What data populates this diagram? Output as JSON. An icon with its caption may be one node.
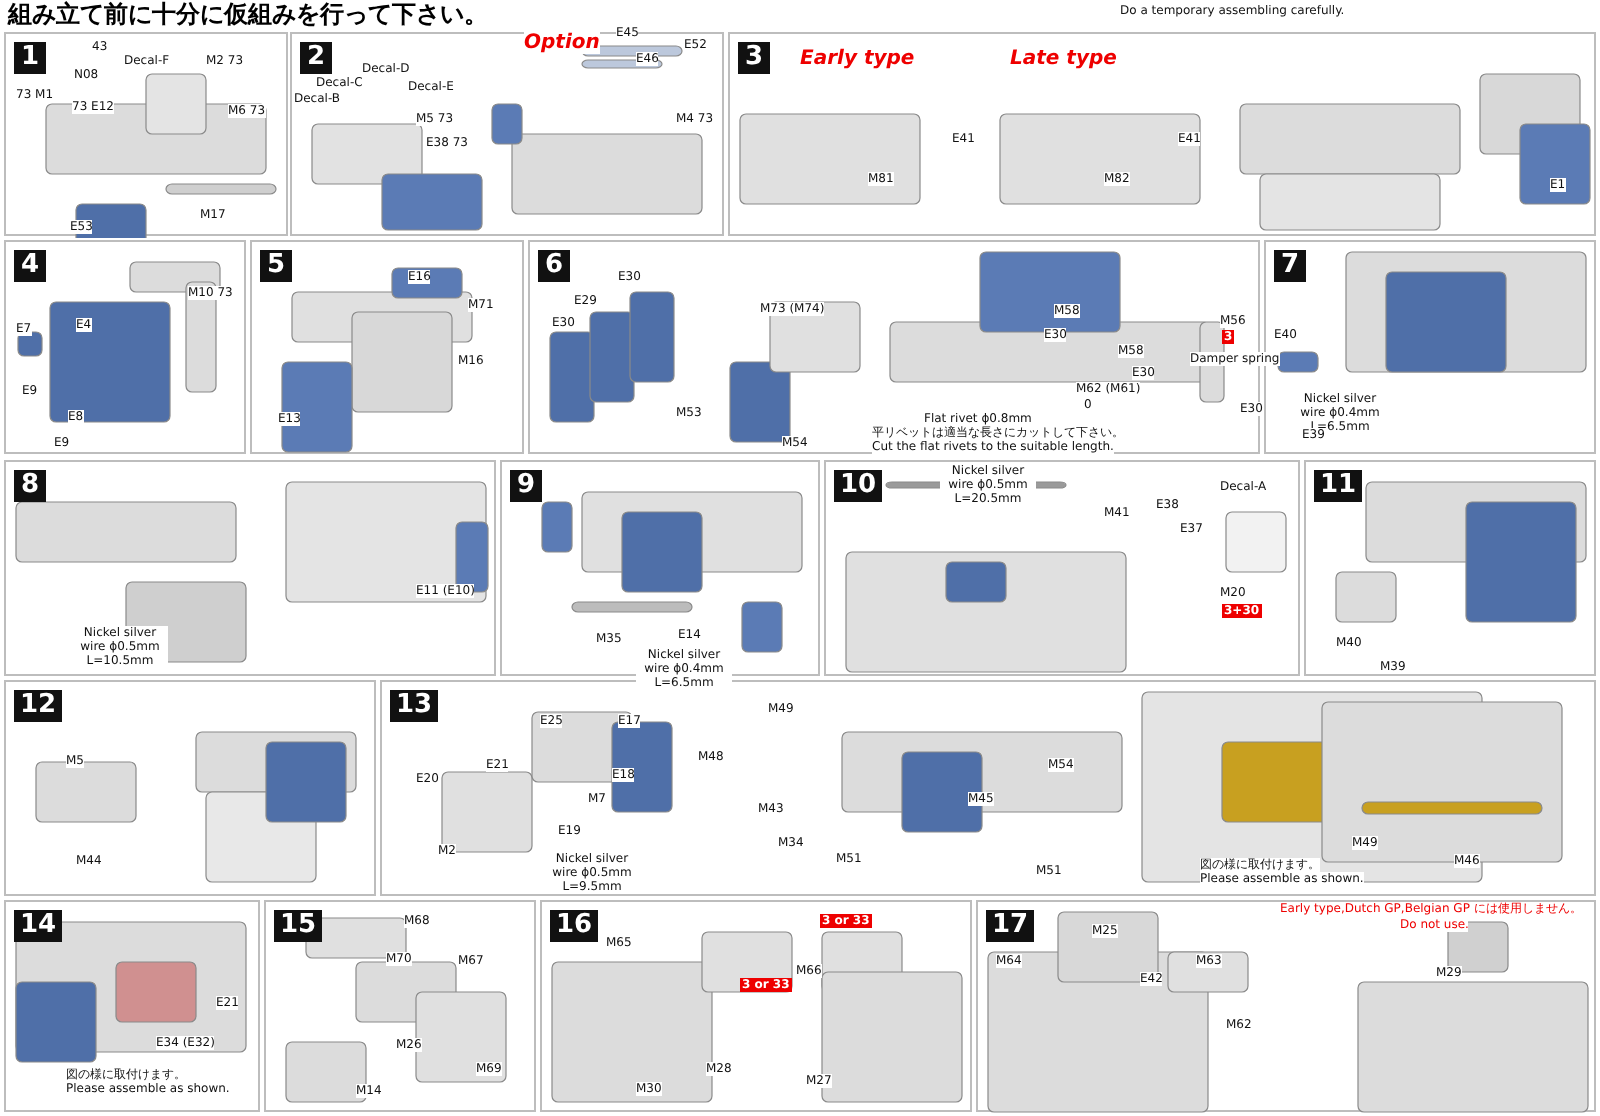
{
  "diagram": {
    "title": "組み立て前に十分に仮組みを行って下さい。",
    "nodes": [
      {
        "text": [
          "1"
        ]
      },
      {
        "text": [
          "2"
        ]
      },
      {
        "text": [
          "3"
        ]
      },
      {
        "text": [
          "4"
        ]
      },
      {
        "text": [
          "5"
        ]
      },
      {
        "text": [
          "6"
        ]
      },
      {
        "text": [
          "7"
        ]
      },
      {
        "text": [
          "8"
        ]
      },
      {
        "text": [
          "9"
        ]
      },
      {
        "text": [
          "10"
        ]
      },
      {
        "text": [
          "11"
        ]
      },
      {
        "text": [
          "12"
        ]
      },
      {
        "text": [
          "13"
        ]
      },
      {
        "text": [
          "14"
        ]
      },
      {
        "text": [
          "15"
        ]
      },
      {
        "text": [
          "16"
        ]
      },
      {
        "text": [
          "17"
        ]
      }
    ],
    "labels": [
      "Do a temporary assembling carefully.",
      "43",
      "Decal-F",
      "N08",
      "M2 73",
      "73 M1",
      "73 E12",
      "M6 73",
      "M17",
      "E53",
      "Option",
      "E45",
      "E52",
      "E46",
      "Decal-C",
      "Decal-D",
      "Decal-B",
      "Decal-E",
      "M5 73",
      "E38 73",
      "M4 73",
      "Early type",
      "Late type",
      "E41",
      "M81",
      "E41",
      "M82",
      "E1",
      "M10 73",
      "E4",
      "E7",
      "E9",
      "E8",
      "E9",
      "E16",
      "M71",
      "M16",
      "E13",
      "E30",
      "E29",
      "E30",
      "M73 (M74)",
      "M53",
      "M54",
      "M58",
      "E30",
      "M58",
      "E30",
      "M62 (M61)",
      "0",
      "M56",
      "3",
      "Damper spring",
      "E30",
      "Flat rivet ϕ0.8mm",
      "平リベットは適当な長さにカットして下さい。",
      "Cut the flat rivets to the suitable length.",
      "E40",
      "Nickel silver wire ϕ0.4mm L=6.5mm",
      "E39",
      "Nickel silver wire ϕ0.5mm L=10.5mm",
      "E11 (E10)",
      "M35",
      "E14",
      "Nickel silver wire ϕ0.4mm L=6.5mm",
      "Nickel silver wire ϕ0.5mm L=20.5mm",
      "M41",
      "E38",
      "E37",
      "Decal-A",
      "M20",
      "3+30",
      "M40",
      "M39",
      "M5",
      "M44",
      "E25",
      "E17",
      "E20",
      "E21",
      "E18",
      "M7",
      "E19",
      "M2",
      "Nickel silver wire ϕ0.5mm L=9.5mm",
      "M49",
      "M48",
      "M43",
      "M34",
      "M51",
      "M54",
      "M45",
      "M51",
      "M49",
      "M46",
      "図の様に取付けます。",
      "Please assemble as shown.",
      "E21",
      "E34 (E32)",
      "図の様に取付けます。",
      "Please assemble as shown.",
      "M68",
      "M70",
      "M67",
      "M26",
      "M69",
      "M14",
      "M65",
      "3 or 33",
      "3 or 33",
      "M66",
      "M30",
      "M28",
      "M27",
      "M64",
      "M25",
      "E42",
      "M63",
      "M62",
      "Early type,Dutch GP,Belgian GP には使用しません。",
      "Do not use.",
      "M29"
    ]
  }
}
